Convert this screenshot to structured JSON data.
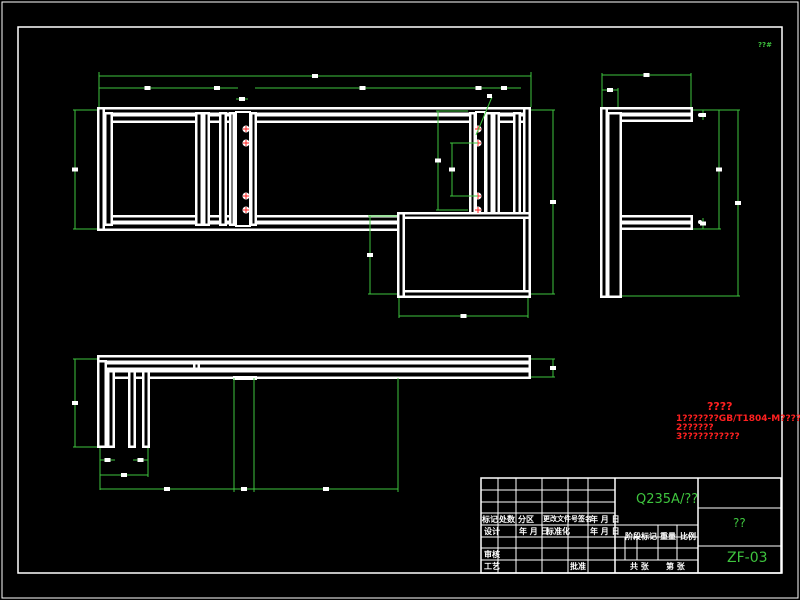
{
  "drawing": {
    "corner_label": "??#",
    "colors": {
      "background": "#000000",
      "geometry": "#ffffff",
      "dimension": "#3ec43e",
      "notes": "#ff2020"
    }
  },
  "notes": {
    "title": "????",
    "lines": [
      "1???????GB/T1804-M????",
      "2??????",
      "3???????????"
    ]
  },
  "title_block": {
    "material": "Q235A/??",
    "name": "??",
    "drawing_no": "ZF-03",
    "row_labels": {
      "mark": "标记",
      "count": "处数",
      "zone": "分区",
      "change_doc": "更改文件号",
      "sign": "签名",
      "ymd1": "年 月 日",
      "design": "设计",
      "ymd2": "年 月 日",
      "standard": "标准化",
      "ymd3": "年 月 日",
      "stage_mark": "阶段标记",
      "weight": "重量",
      "scale": "比例",
      "review": "审核",
      "process": "工艺",
      "approve": "批准",
      "sheets": "共  张",
      "sheet_no": "第  张"
    }
  }
}
